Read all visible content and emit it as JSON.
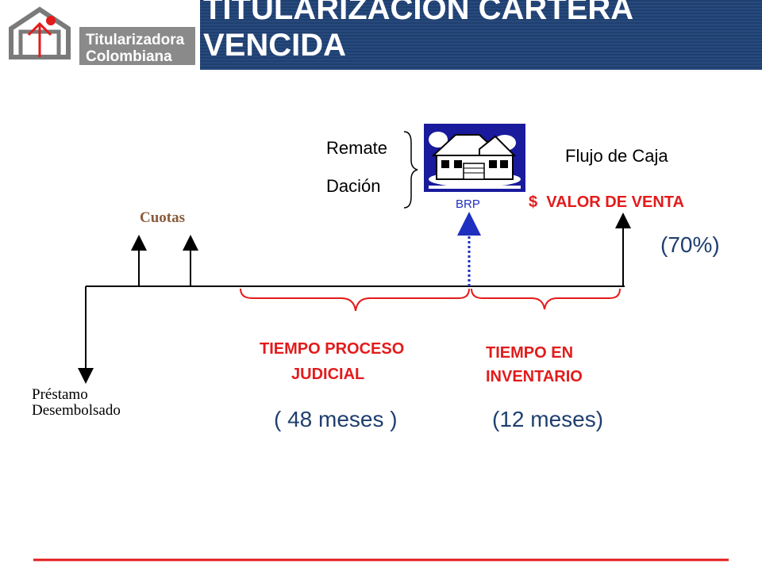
{
  "header": {
    "title_line1": "TITULARIZACION CARTERA",
    "title_line2": "VENCIDA",
    "logo_line1": "Titularizadora",
    "logo_line2": "Colombiana"
  },
  "diagram": {
    "cuotas": "Cuotas",
    "prestamo_line1": "Préstamo",
    "prestamo_line2": "Desembolsado",
    "remate": "Remate",
    "dacion": "Dación",
    "brp": "BRP",
    "flujo_caja": "Flujo de Caja",
    "valor_venta": "$  VALOR DE VENTA",
    "porcentaje": "(70%)",
    "tiempo_proceso_line1": "TIEMPO PROCESO",
    "tiempo_proceso_line2": "JUDICIAL",
    "tiempo_inventario_line1": "TIEMPO EN",
    "tiempo_inventario_line2": "INVENTARIO",
    "meses_judicial": "( 48 meses )",
    "meses_inventario": "(12 meses)"
  },
  "colors": {
    "red": "#e31b1b",
    "navy": "#1f3f6f",
    "brown": "#8b5a3c",
    "blue_dotted": "#1f2fbf"
  }
}
